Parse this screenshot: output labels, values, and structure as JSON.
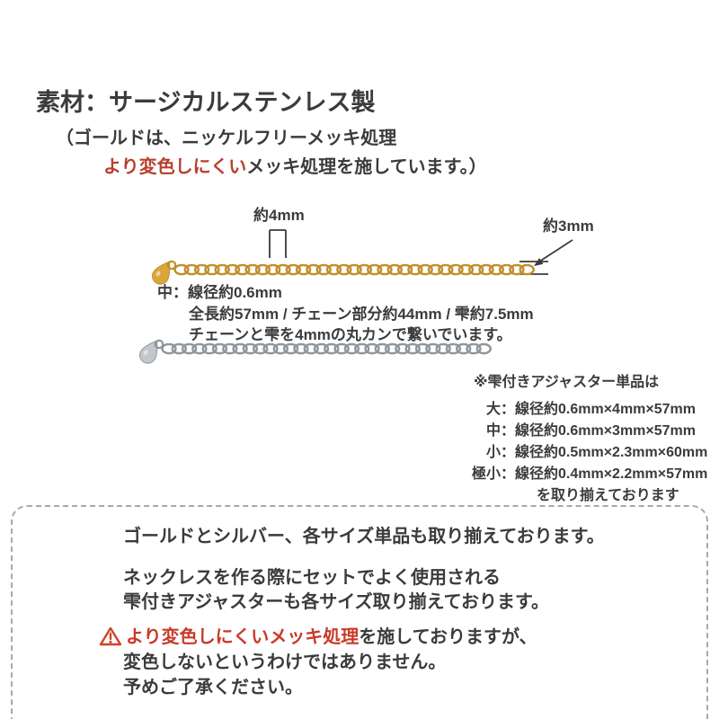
{
  "colors": {
    "text": "#3b3b3b",
    "accent_red": "#b8402e",
    "warning_red": "#c93a28",
    "gold_fill": "#d9a63b",
    "gold_line": "#c18f2b",
    "silver_fill": "#c3c7cb",
    "silver_line": "#8f969c",
    "box_border": "#a9a9a9"
  },
  "header": {
    "title": "素材：サージカルステンレス製",
    "sub1": "（ゴールドは、ニッケルフリーメッキ処理",
    "sub2_red": "より変色しにくい",
    "sub2_rest": "メッキ処理を施しています。）"
  },
  "diagram": {
    "label_link": "約4mm",
    "label_width": "約3mm",
    "spec1": "中：線径約0.6mm",
    "spec2": "全長約57mm / チェーン部分約44mm / 雫約7.5mm",
    "spec3": "チェーンと雫を4mmの丸カンで繋いでいます。"
  },
  "size_list": {
    "heading": "※雫付きアジャスター単品は",
    "items": [
      "大：線径約0.6mm×4mm×57mm",
      "中：線径約0.6mm×3mm×57mm",
      "小：線径約0.5mm×2.3mm×60mm",
      "極小：線径約0.4mm×2.2mm×57mm"
    ],
    "closing": "を取り揃えております"
  },
  "footer": {
    "line1": "ゴールドとシルバー、各サイズ単品も取り揃えております。",
    "line2": "ネックレスを作る際にセットでよく使用される",
    "line3": "雫付きアジャスターも各サイズ取り揃えております。",
    "warn_red": "より変色しにくいメッキ処理",
    "warn_rest": "を施しておりますが、",
    "warn2": "変色しないというわけではありません。",
    "warn3": "予めご了承ください。"
  }
}
